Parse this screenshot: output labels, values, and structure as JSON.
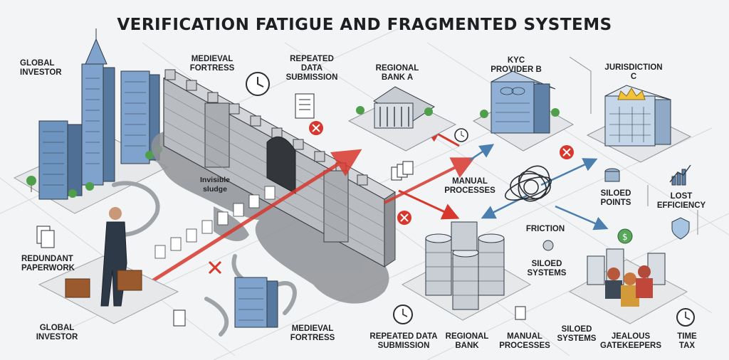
{
  "title": "VERIFICATION FATIGUE AND FRAGMENTED SYSTEMS",
  "labels": {
    "global_investor_top": "GLOBAL\nINVESTOR",
    "medieval_fortress_top": "MEDIEVAL\nFORTRESS",
    "repeated_data_top": "REPEATED\nDATA\nSUBMISSION",
    "regional_bank_a": "REGIONAL\nBANK A",
    "kyc_provider_b": "KYC\nPROVIDER B",
    "jurisdiction_c": "JURISDICTION\nC",
    "invisible_sludge": "Invisible\nsludge",
    "manual_processes_mid": "MANUAL\nPROCESSES",
    "siloed_points": "SILOED\nPOINTS",
    "lost_efficiency": "LOST\nEFFICIENCY",
    "friction": "FRICTION",
    "siloed_systems_mid": "SILOED\nSYSTEMS",
    "redundant_paperwork": "REDUNDANT\nPAPERWORK",
    "global_investor_bottom": "GLOBAL\nINVESTOR",
    "medieval_fortress_bottom": "MEDIEVAL\nFORTRESS",
    "repeated_data_bottom": "REPEATED DATA\nSUBMISSION",
    "regional_bank_bottom": "REGIONAL\nBANK",
    "manual_processes_bottom": "MANUAL\nPROCESSES",
    "siloed_systems_bottom": "SILOED\nSYSTEMS",
    "jealous_gatekeepers": "JEALOUS\nGATEKEEPERS",
    "time_tax": "TIME\nTAX"
  },
  "icons": [
    "clock-icon",
    "document-icon",
    "x-mark-icon",
    "crown-icon",
    "dollar-coin-icon",
    "shield-icon",
    "bar-chart-icon",
    "database-icon",
    "briefcase-icon",
    "bank-icon",
    "tangle-icon"
  ],
  "colors": {
    "accent_red": "#d7372d",
    "accent_blue": "#4a7fb0",
    "sludge": "#8f9296"
  }
}
